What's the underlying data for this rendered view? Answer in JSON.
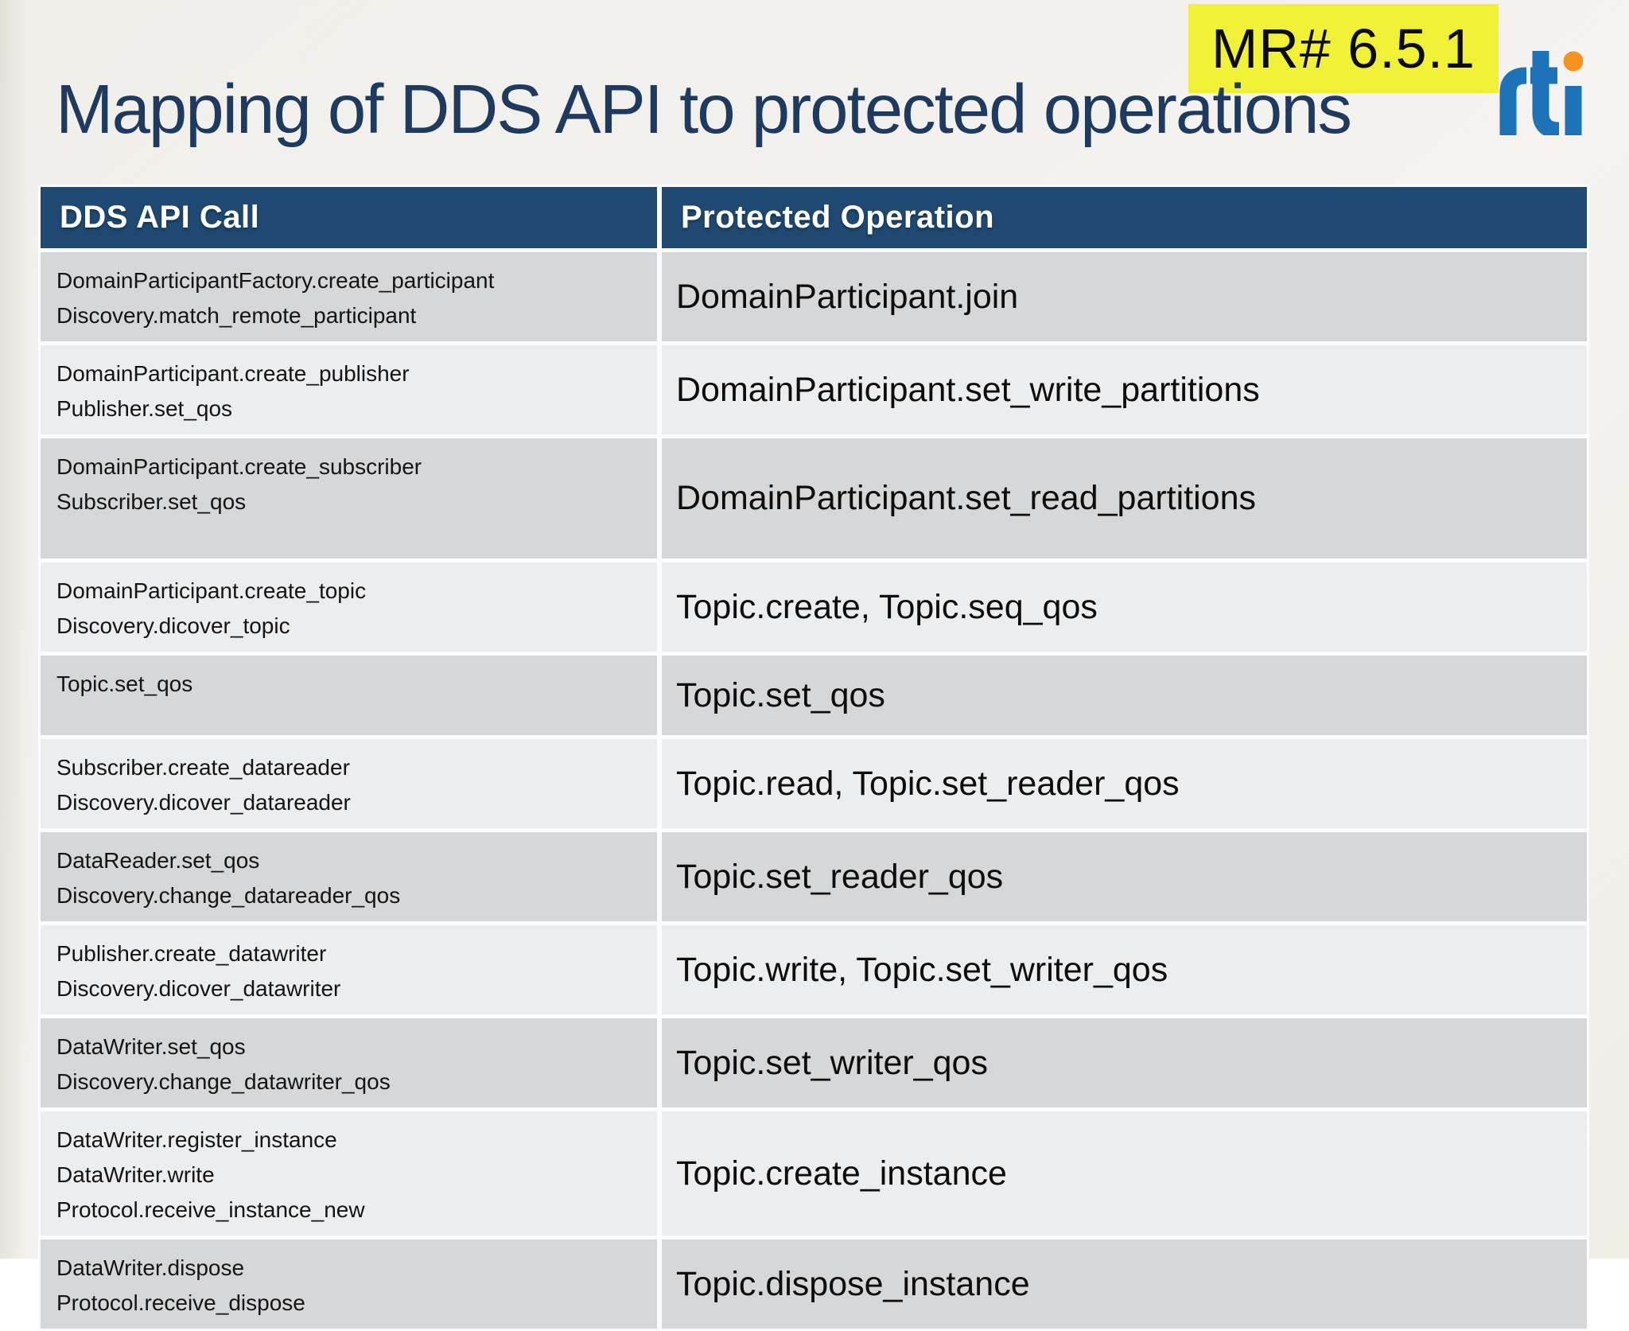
{
  "badge": {
    "label": "MR# 6.5.1",
    "bg_color": "#F0F137"
  },
  "logo": {
    "name": "rti",
    "blue": "#1E72B8",
    "orange": "#F6921E"
  },
  "title": "Mapping of DDS API to protected operations",
  "table": {
    "headers": [
      "DDS API Call",
      "Protected Operation"
    ],
    "rows": [
      {
        "api_calls": [
          "DomainParticipantFactory.create_participant",
          "Discovery.match_remote_participant"
        ],
        "protected_operation": "DomainParticipant.join"
      },
      {
        "api_calls": [
          "DomainParticipant.create_publisher",
          "Publisher.set_qos"
        ],
        "protected_operation": "DomainParticipant.set_write_partitions"
      },
      {
        "api_calls": [
          "DomainParticipant.create_subscriber",
          "Subscriber.set_qos"
        ],
        "protected_operation": "DomainParticipant.set_read_partitions"
      },
      {
        "api_calls": [
          "DomainParticipant.create_topic",
          "Discovery.dicover_topic"
        ],
        "protected_operation": "Topic.create, Topic.seq_qos"
      },
      {
        "api_calls": [
          "Topic.set_qos"
        ],
        "protected_operation": "Topic.set_qos"
      },
      {
        "api_calls": [
          "Subscriber.create_datareader",
          "Discovery.dicover_datareader"
        ],
        "protected_operation": "Topic.read, Topic.set_reader_qos"
      },
      {
        "api_calls": [
          "DataReader.set_qos",
          "Discovery.change_datareader_qos"
        ],
        "protected_operation": "Topic.set_reader_qos"
      },
      {
        "api_calls": [
          "Publisher.create_datawriter",
          "Discovery.dicover_datawriter"
        ],
        "protected_operation": "Topic.write, Topic.set_writer_qos"
      },
      {
        "api_calls": [
          "DataWriter.set_qos",
          "Discovery.change_datawriter_qos"
        ],
        "protected_operation": "Topic.set_writer_qos"
      },
      {
        "api_calls": [
          "DataWriter.register_instance",
          "DataWriter.write",
          "Protocol.receive_instance_new"
        ],
        "protected_operation": "Topic.create_instance"
      },
      {
        "api_calls": [
          "DataWriter.dispose",
          "Protocol.receive_dispose"
        ],
        "protected_operation": "Topic.dispose_instance"
      }
    ]
  },
  "colors": {
    "header_bg": "#1F4971",
    "row_gray": "#D6D7D9",
    "row_light": "#ECEDEF",
    "title_color": "#1F3A5F",
    "separator": "#FBFCFD"
  }
}
